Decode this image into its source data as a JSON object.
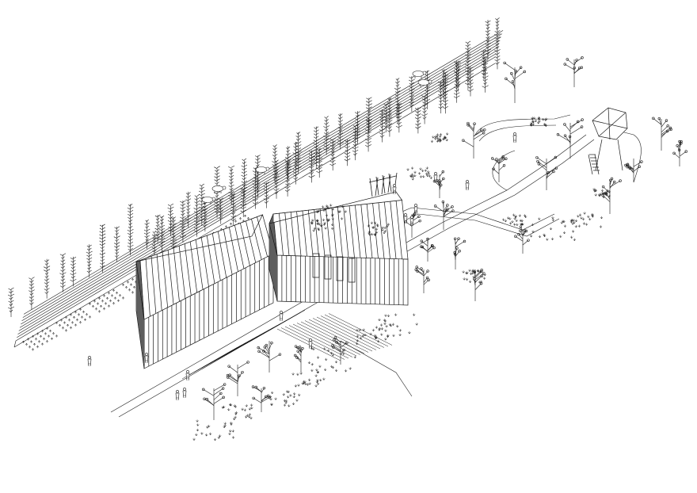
{
  "drawing": {
    "style": "black line-art isometric axonometric site drawing",
    "background_color": "#ffffff",
    "line_color": "#1a1a1a",
    "elements": [
      "agricultural-field-stripes",
      "vegetable-garden-grid",
      "poplar-tree-row",
      "left-gabled-building",
      "right-gabled-building",
      "timber-deck",
      "pergola-sculpture",
      "winding-path",
      "treehouse-pavilion",
      "deciduous-trees",
      "shrub-clusters",
      "human-figures",
      "animals"
    ]
  }
}
